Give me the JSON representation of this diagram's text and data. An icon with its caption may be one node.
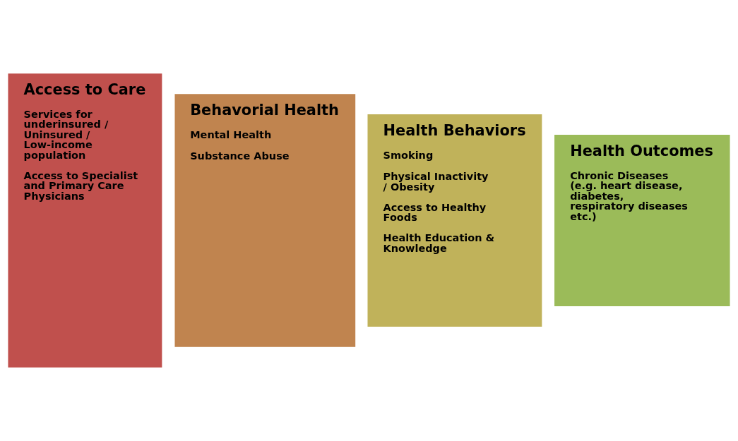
{
  "diagram": {
    "nodes": [
      {
        "text": [
          "Access to Care",
          "Services for underinsured / Uninsured / Low-income population",
          "Access to Specialist and Primary Care Physicians"
        ]
      },
      {
        "text": [
          "Behavorial Health",
          "Mental Health",
          "Substance Abuse"
        ]
      },
      {
        "text": [
          "Health Behaviors",
          "Smoking",
          "Physical Inactivity / Obesity",
          "Access to Healthy Foods",
          "Health Education & Knowledge"
        ]
      },
      {
        "text": [
          "Health Outcomes",
          "Chronic Diseases (e.g. heart disease, diabetes, respiratory diseases etc.)"
        ]
      }
    ],
    "edges": []
  }
}
